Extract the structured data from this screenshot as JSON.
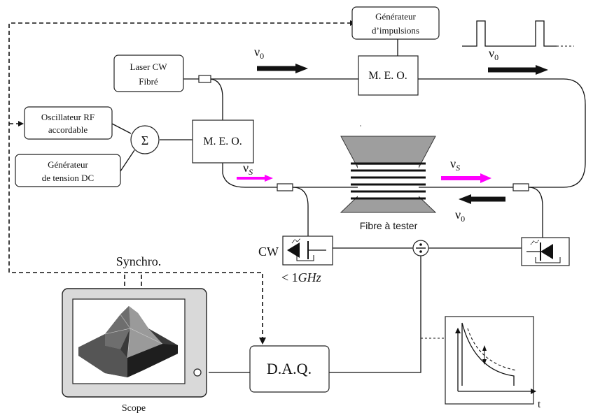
{
  "colors": {
    "line": "#111111",
    "accent_magenta": "#ff00ff",
    "fibre_grey": "#9e9e9e",
    "scope_frame": "#d9d9d9"
  },
  "laser": {
    "line1": "Laser  CW",
    "line2": "Fibré"
  },
  "pulse_gen": {
    "line1": "Générateur",
    "line2": "d’impulsions"
  },
  "meo_top": "M. E. O.",
  "meo_left": "M. E. O.",
  "rf_osc": {
    "line1": "Oscillateur RF",
    "line2": "accordable"
  },
  "dc_gen": {
    "line1": "Générateur",
    "line2": "de tension DC"
  },
  "sum_symbol": "Σ",
  "nu0": "ν",
  "nu0_sub": "0",
  "nuS": "ν",
  "nuS_sub": "S",
  "fibre_label": "Fibre à tester",
  "cw_label": "CW",
  "bandwidth": {
    "prefix": "< 1",
    "unit": "GHz"
  },
  "synchro": "Synchro.",
  "daq": "D.A.Q.",
  "scope": "Scope",
  "time_axis": "t",
  "icons": [
    "photodetector-icon",
    "division-icon",
    "coupler-icon",
    "surface-plot-icon"
  ]
}
